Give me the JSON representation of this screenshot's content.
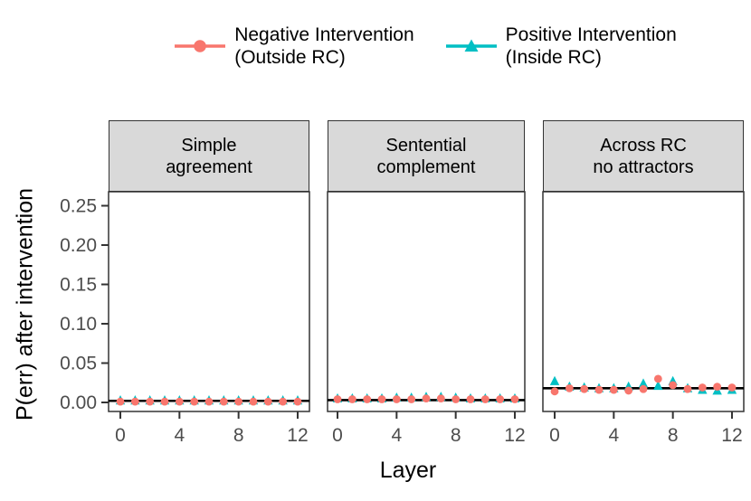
{
  "legend": {
    "items": [
      {
        "id": "negative",
        "label_line1": "Negative Intervention",
        "label_line2": "(Outside RC)",
        "marker": "circle",
        "color": "#F8766D"
      },
      {
        "id": "positive",
        "label_line1": "Positive Intervention",
        "label_line2": "(Inside RC)",
        "marker": "triangle",
        "color": "#00BFC4"
      }
    ]
  },
  "chart_data": {
    "type": "scatter",
    "xlabel": "Layer",
    "ylabel": "P(err) after intervention",
    "x": [
      0,
      1,
      2,
      3,
      4,
      5,
      6,
      7,
      8,
      9,
      10,
      11,
      12
    ],
    "xticks": [
      0,
      4,
      8,
      12
    ],
    "ytick_values": [
      0.0,
      0.05,
      0.1,
      0.15,
      0.2,
      0.25
    ],
    "ytick_labels": [
      "0.00",
      "0.05",
      "0.10",
      "0.15",
      "0.20",
      "0.25"
    ],
    "ylim": [
      -0.012,
      0.268
    ],
    "xlim": [
      -0.8,
      12.8
    ],
    "grid": false,
    "legend_position": "top",
    "colors": {
      "negative": "#F8766D",
      "positive": "#00BFC4",
      "baseline": "#000000",
      "strip_fill": "#d9d9d9",
      "panel_border": "#333333",
      "tick_text": "#4d4d4d"
    },
    "panels": [
      {
        "title_line1": "Simple",
        "title_line2": "agreement",
        "baseline": 0.002,
        "series": [
          {
            "name": "Negative Intervention (Outside RC)",
            "marker": "circle",
            "color": "#F8766D",
            "values": [
              0.001,
              0.001,
              0.001,
              0.001,
              0.001,
              0.001,
              0.001,
              0.001,
              0.001,
              0.001,
              0.001,
              0.001,
              0.001
            ]
          },
          {
            "name": "Positive Intervention (Inside RC)",
            "marker": "triangle",
            "color": "#00BFC4",
            "values": [
              0.0025,
              0.0025,
              0.0025,
              0.0025,
              0.0025,
              0.0025,
              0.0025,
              0.0025,
              0.0025,
              0.0025,
              0.0025,
              0.0025,
              0.0025
            ]
          }
        ]
      },
      {
        "title_line1": "Sentential",
        "title_line2": "complement",
        "baseline": 0.003,
        "series": [
          {
            "name": "Negative Intervention (Outside RC)",
            "marker": "circle",
            "color": "#F8766D",
            "values": [
              0.004,
              0.004,
              0.004,
              0.004,
              0.004,
              0.004,
              0.005,
              0.005,
              0.004,
              0.004,
              0.004,
              0.004,
              0.004
            ]
          },
          {
            "name": "Positive Intervention (Inside RC)",
            "marker": "triangle",
            "color": "#00BFC4",
            "values": [
              0.005,
              0.005,
              0.005,
              0.005,
              0.006,
              0.006,
              0.007,
              0.007,
              0.006,
              0.005,
              0.005,
              0.005,
              0.005
            ]
          }
        ]
      },
      {
        "title_line1": "Across RC",
        "title_line2": "no attractors",
        "baseline": 0.018,
        "series": [
          {
            "name": "Negative Intervention (Outside RC)",
            "marker": "circle",
            "color": "#F8766D",
            "values": [
              0.014,
              0.018,
              0.017,
              0.016,
              0.016,
              0.015,
              0.017,
              0.03,
              0.022,
              0.017,
              0.019,
              0.02,
              0.019
            ]
          },
          {
            "name": "Positive Intervention (Inside RC)",
            "marker": "triangle",
            "color": "#00BFC4",
            "values": [
              0.027,
              0.02,
              0.019,
              0.018,
              0.018,
              0.02,
              0.024,
              0.021,
              0.027,
              0.018,
              0.016,
              0.015,
              0.016
            ]
          }
        ]
      }
    ]
  }
}
